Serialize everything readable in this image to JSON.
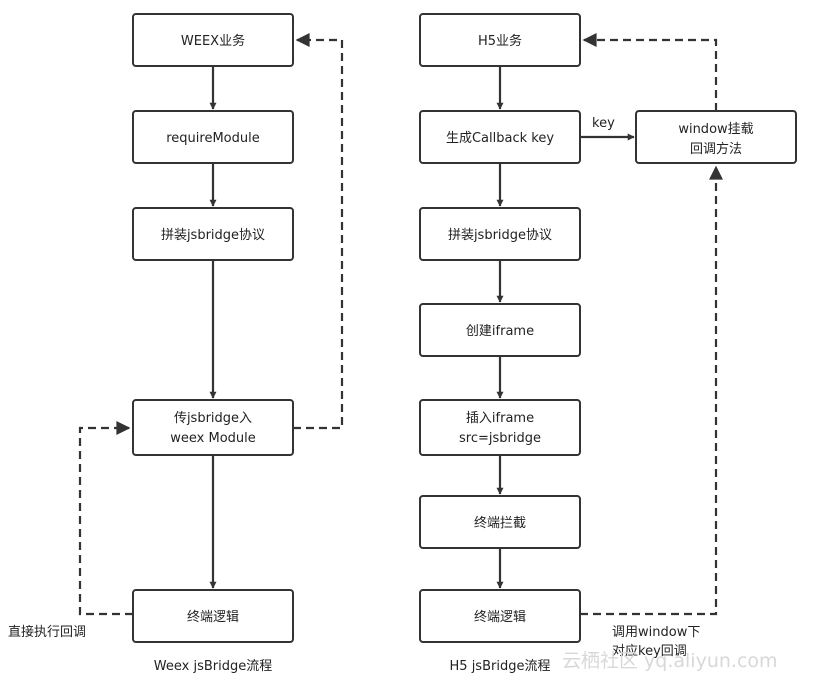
{
  "left_flow": {
    "caption": "Weex jsBridge流程",
    "nodes": {
      "weex_business": "WEEX业务",
      "require_module": "requireModule",
      "assemble_protocol": "拼装jsbridge协议",
      "pass_to_module": [
        "传jsbridge入",
        "weex Module"
      ],
      "terminal_logic": "终端逻辑"
    },
    "edge_labels": {
      "direct_callback": "直接执行回调"
    }
  },
  "right_flow": {
    "caption": "H5 jsBridge流程",
    "nodes": {
      "h5_business": "H5业务",
      "gen_callback_key": "生成Callback key",
      "window_mount": [
        "window挂载",
        "回调方法"
      ],
      "assemble_protocol": "拼装jsbridge协议",
      "create_iframe": "创建iframe",
      "insert_iframe": [
        "插入iframe",
        "src=jsbridge"
      ],
      "terminal_intercept": "终端拦截",
      "terminal_logic": "终端逻辑"
    },
    "edge_labels": {
      "key": "key",
      "call_window_key": [
        "调用window下",
        "对应key回调"
      ]
    }
  },
  "watermark": "云栖社区 yq.aliyun.com"
}
